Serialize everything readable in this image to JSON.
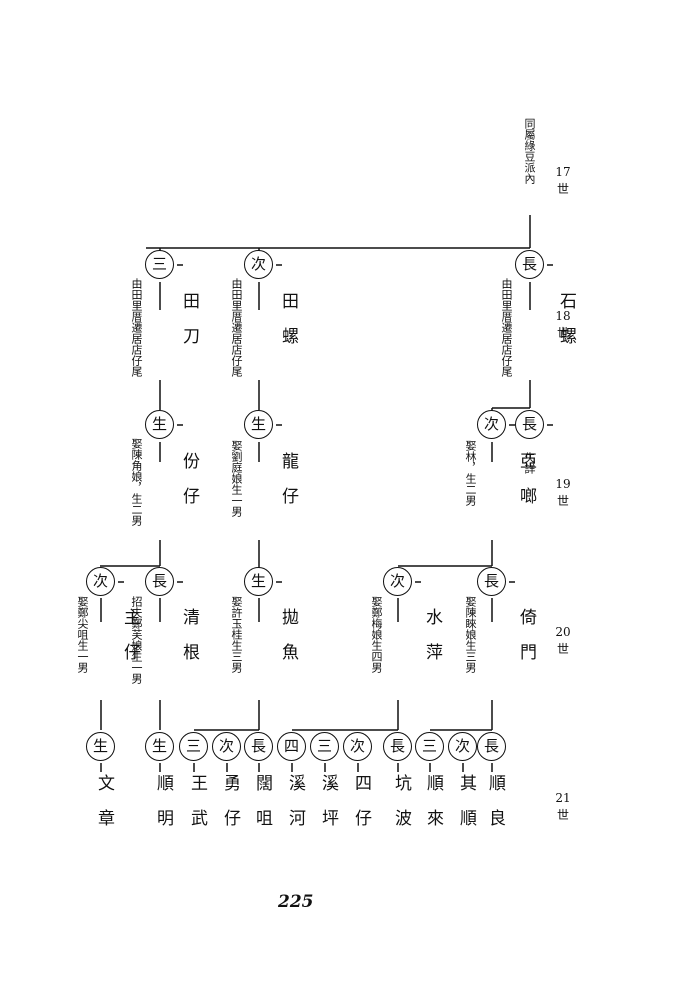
{
  "header_note": "同屬綠豆派內",
  "generations": [
    {
      "num": "17",
      "label": "世"
    },
    {
      "num": "18",
      "label": "世"
    },
    {
      "num": "19",
      "label": "世"
    },
    {
      "num": "20",
      "label": "世"
    },
    {
      "num": "21",
      "label": "世"
    }
  ],
  "page_number": "225",
  "gen18": [
    {
      "order": "長",
      "name": "石螺",
      "note": "由田里厝遷居店仔尾"
    },
    {
      "order": "次",
      "name": "田螺",
      "note": "由田里厝遷居店仔尾"
    },
    {
      "order": "三",
      "name": "田刀",
      "note": "由田里厝遷居店仔尾"
    }
  ],
  "gen19": [
    {
      "order": "長",
      "name": "",
      "note": "失詳"
    },
    {
      "order": "次",
      "name": "亞啷",
      "note": "娶林，生二男"
    },
    {
      "order": "生",
      "name": "龍仔",
      "note": "娶劉庭娘生一男"
    },
    {
      "order": "生",
      "name": "份仔",
      "note": "娶陳角娘，生二男"
    }
  ],
  "gen20": [
    {
      "order": "長",
      "name": "倚門",
      "note": "娶陳睞娘生三男"
    },
    {
      "order": "次",
      "name": "水萍",
      "note": "娶鄭梅娘生四男"
    },
    {
      "order": "生",
      "name": "拋魚",
      "note": "娶許玉桂生三男"
    },
    {
      "order": "長",
      "name": "清根",
      "note": "招夫鄭芙娘生一男"
    },
    {
      "order": "次",
      "name": "主仔",
      "note": "娶鄭尖咀生一男"
    }
  ],
  "gen21": [
    {
      "order": "長",
      "name": "順良"
    },
    {
      "order": "次",
      "name": "其順"
    },
    {
      "order": "三",
      "name": "順來"
    },
    {
      "order": "長",
      "name": "坑波"
    },
    {
      "order": "次",
      "name": "四仔"
    },
    {
      "order": "三",
      "name": "溪坪"
    },
    {
      "order": "四",
      "name": "溪河"
    },
    {
      "order": "長",
      "name": "闊咀"
    },
    {
      "order": "次",
      "name": "勇仔"
    },
    {
      "order": "三",
      "name": "王武"
    },
    {
      "order": "生",
      "name": "順明"
    },
    {
      "order": "生",
      "name": "文章"
    }
  ]
}
